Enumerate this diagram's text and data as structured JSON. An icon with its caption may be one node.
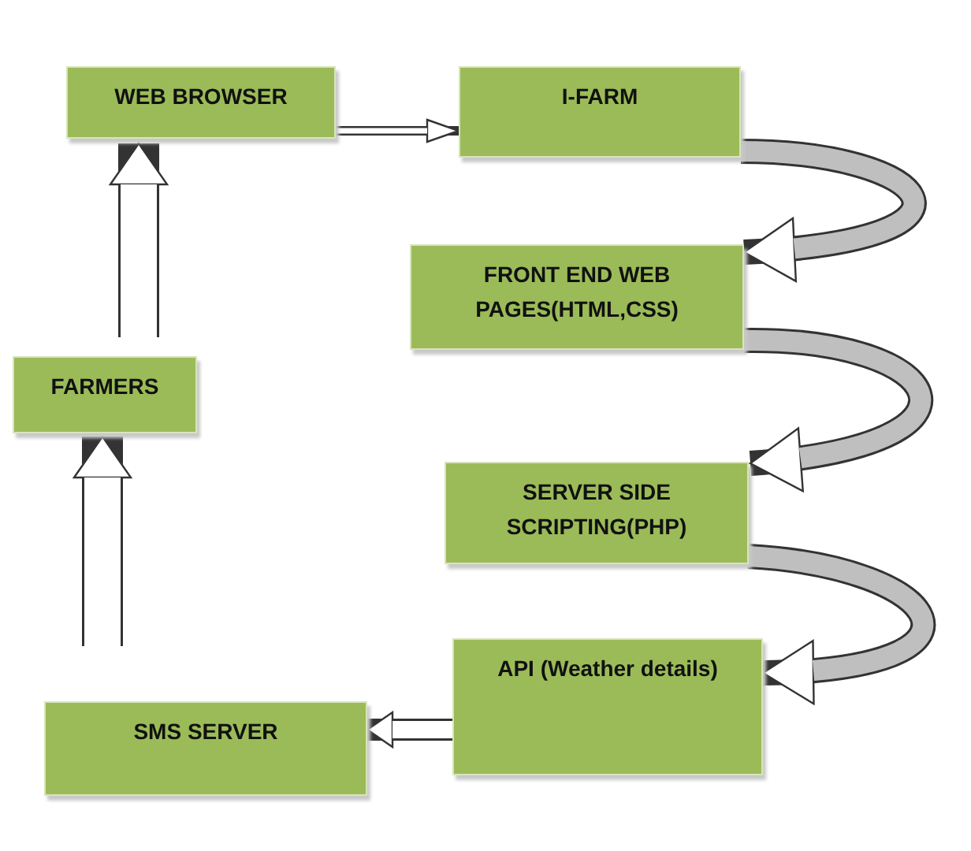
{
  "diagram": {
    "nodes": [
      {
        "text": [
          "WEB BROWSER"
        ]
      },
      {
        "text": [
          "I-FARM"
        ]
      },
      {
        "text": [
          "FRONT END WEB PAGES(HTML,CSS)"
        ]
      },
      {
        "text": [
          "SERVER SIDE SCRIPTING(PHP)"
        ]
      },
      {
        "text": [
          "API (Weather details)"
        ]
      },
      {
        "text": [
          "SMS SERVER"
        ]
      },
      {
        "text": [
          "FARMERS"
        ]
      }
    ],
    "edges": [
      {
        "from": 0,
        "to": 1,
        "arrow": "to"
      },
      {
        "from": 1,
        "to": 2,
        "arrow": "to"
      },
      {
        "from": 2,
        "to": 3,
        "arrow": "to"
      },
      {
        "from": 3,
        "to": 4,
        "arrow": "to"
      },
      {
        "from": 4,
        "to": 5,
        "arrow": "to"
      },
      {
        "from": 5,
        "to": 6,
        "arrow": "to"
      },
      {
        "from": 6,
        "to": 0,
        "arrow": "to"
      }
    ]
  }
}
